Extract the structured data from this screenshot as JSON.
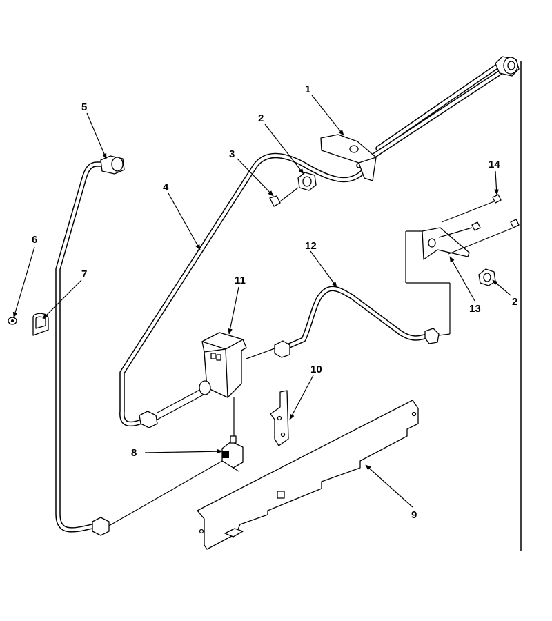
{
  "callouts": [
    {
      "id": "c1",
      "label": "1"
    },
    {
      "id": "c2a",
      "label": "2"
    },
    {
      "id": "c2b",
      "label": "2"
    },
    {
      "id": "c3",
      "label": "3"
    },
    {
      "id": "c4",
      "label": "4"
    },
    {
      "id": "c5",
      "label": "5"
    },
    {
      "id": "c6",
      "label": "6"
    },
    {
      "id": "c7",
      "label": "7"
    },
    {
      "id": "c8",
      "label": "8"
    },
    {
      "id": "c9",
      "label": "9"
    },
    {
      "id": "c10",
      "label": "10"
    },
    {
      "id": "c11",
      "label": "11"
    },
    {
      "id": "c12",
      "label": "12"
    },
    {
      "id": "c13",
      "label": "13"
    },
    {
      "id": "c14",
      "label": "14"
    }
  ],
  "colors": {
    "ink": "#000000",
    "paper": "#ffffff"
  }
}
